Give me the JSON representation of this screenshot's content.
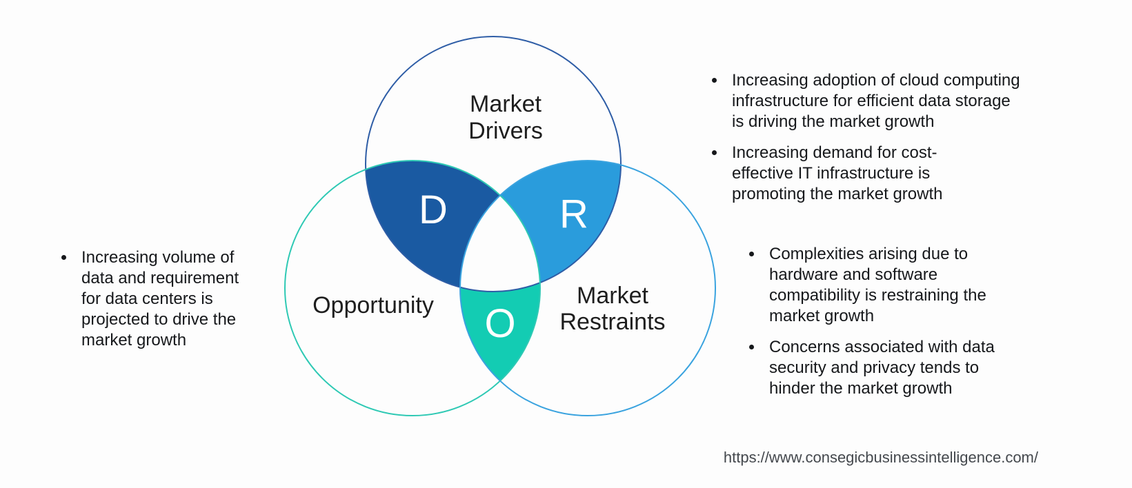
{
  "venn": {
    "circles": {
      "drivers": {
        "label": "Market\nDrivers",
        "stroke": "#2E5DA6"
      },
      "opportunity": {
        "label": "Opportunity",
        "stroke": "#2EC9B4"
      },
      "restraints": {
        "label": "Market\nRestraints",
        "stroke": "#3AA3DF"
      }
    },
    "overlaps": {
      "drivers_opportunity": {
        "letter": "D",
        "color": "#1A5AA2"
      },
      "drivers_restraints": {
        "letter": "R",
        "color": "#2A9CDC"
      },
      "opportunity_restraints": {
        "letter": "O",
        "color": "#13CCB3"
      }
    }
  },
  "notes": {
    "left": [
      "Increasing volume of\ndata and requirement\nfor data centers is\nprojected to drive the\nmarket growth"
    ],
    "top_right": [
      "Increasing adoption of cloud computing\ninfrastructure for efficient data storage\nis driving the market growth",
      "Increasing demand for cost-\neffective IT infrastructure is\npromoting the market growth"
    ],
    "bottom_right": [
      "Complexities arising due to\nhardware and software\ncompatibility is restraining the\nmarket growth",
      "Concerns associated with data\nsecurity and privacy tends to\nhinder the market growth"
    ]
  },
  "footer": {
    "url": "https://www.consegicbusinessintelligence.com/"
  }
}
